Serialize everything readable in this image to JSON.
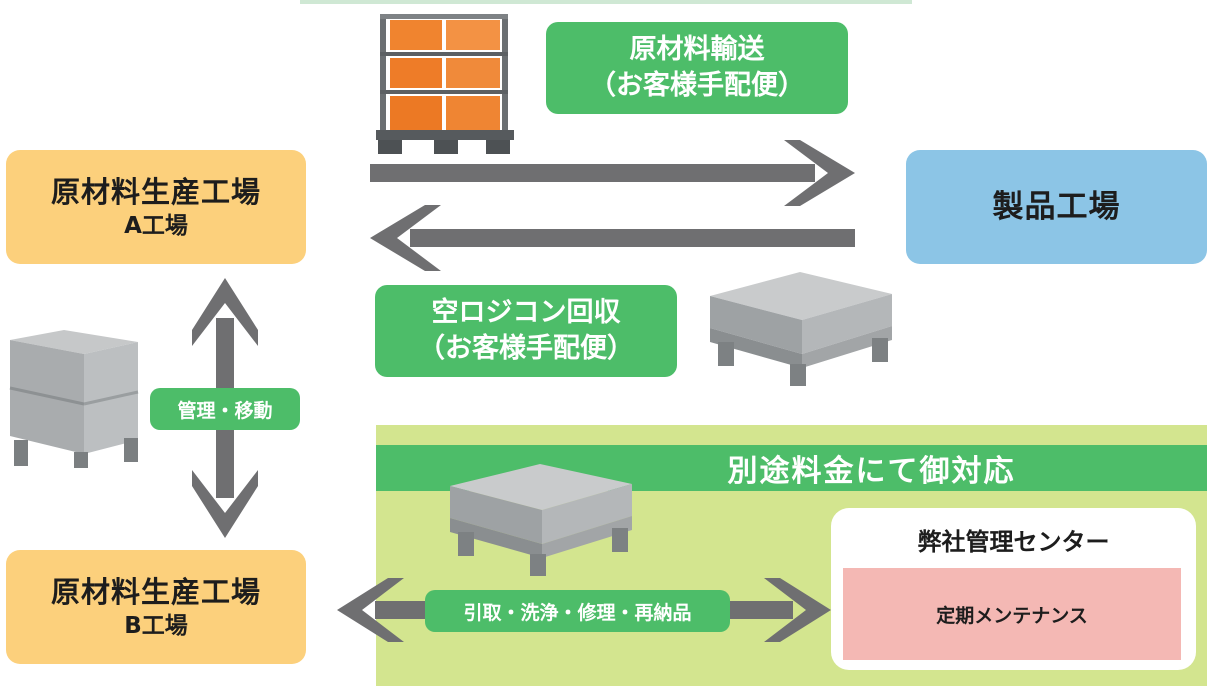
{
  "factory_a": {
    "line1": "原材料生産工場",
    "line2": "A工場"
  },
  "factory_b": {
    "line1": "原材料生産工場",
    "line2": "B工場"
  },
  "product_factory": {
    "label": "製品工場"
  },
  "transport_label": {
    "line1": "原材料輸送",
    "line2": "（お客様手配便）"
  },
  "return_label": {
    "line1": "空ロジコン回収",
    "line2": "（お客様手配便）"
  },
  "manage_label": "管理・移動",
  "optional_section": {
    "header": "別途料金にて御対応",
    "route_label": "引取・洗浄・修理・再納品",
    "center_title": "弊社管理センター",
    "maintenance": "定期メンテナンス"
  },
  "colors": {
    "orange_box": "#fcd07c",
    "blue_box": "#8cc5e6",
    "green_label": "#4dbd69",
    "light_green_panel": "#d3e58f",
    "arrow_gray": "#6f6f71",
    "pink_box": "#f4b8b4"
  }
}
